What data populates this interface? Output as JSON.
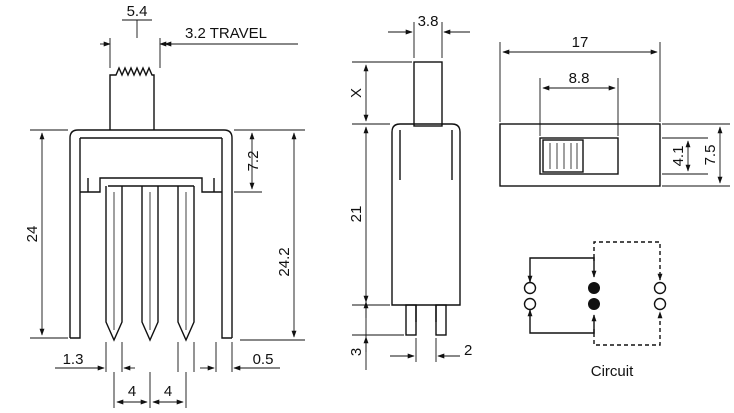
{
  "diagram": {
    "dimensions": {
      "front_knob_width": "5.4",
      "travel": "3.2 TRAVEL",
      "front_height": "24",
      "front_body_height": "7.2",
      "front_leg_height": "24.2",
      "front_left_offset": "1.3",
      "front_right_offset": "0.5",
      "pin_pitch_1": "4",
      "pin_pitch_2": "4",
      "side_knob_width": "3.8",
      "side_knob_height": "X",
      "side_body_height": "21",
      "side_pin_length": "3",
      "side_pin_width": "2",
      "top_width": "17",
      "top_slot_width": "8.8",
      "top_slot_height": "4.1",
      "top_height": "7.5"
    },
    "circuit_label": "Circuit"
  }
}
